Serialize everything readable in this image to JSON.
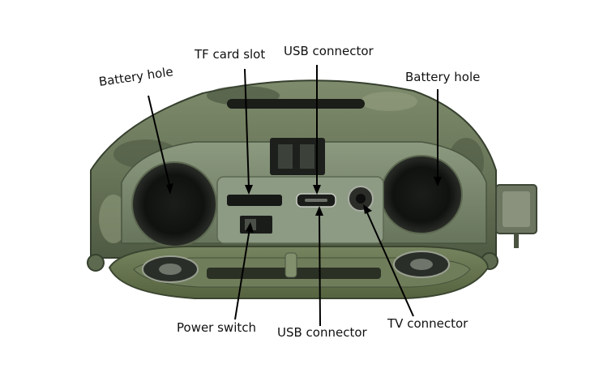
{
  "labels": {
    "battery_hole_left": "Battery hole",
    "tf_card_slot": "TF card slot",
    "usb_connector_top": "USB connector",
    "battery_hole_right": "Battery hole",
    "power_switch": "Power switch",
    "usb_connector_bottom": "USB connector",
    "tv_connector": "TV connector"
  },
  "colors": {
    "camo_light": "#7d8a6c",
    "camo_dark": "#3f4a36",
    "cavity": "#141614",
    "callout": "#000000"
  }
}
